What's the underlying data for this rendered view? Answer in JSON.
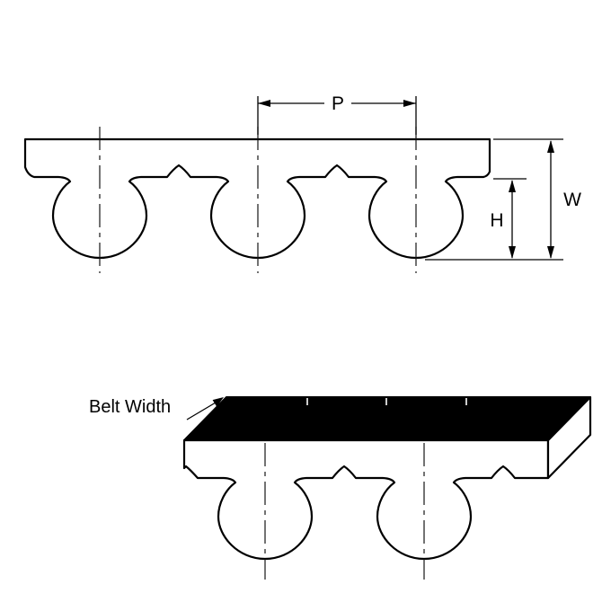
{
  "diagram": {
    "type": "technical-drawing",
    "subject": "HTD curved-tooth timing belt profile with dimensions",
    "labels": {
      "pitch": "P",
      "overall_width": "W",
      "tooth_height": "H",
      "belt_width": "Belt Width"
    },
    "colors": {
      "line": "#000000",
      "belt_fill": "#ffffff",
      "top_surface": "#000000",
      "background": "#ffffff"
    },
    "views": {
      "profile_view_teeth": 3,
      "perspective_view_teeth": 2
    }
  }
}
